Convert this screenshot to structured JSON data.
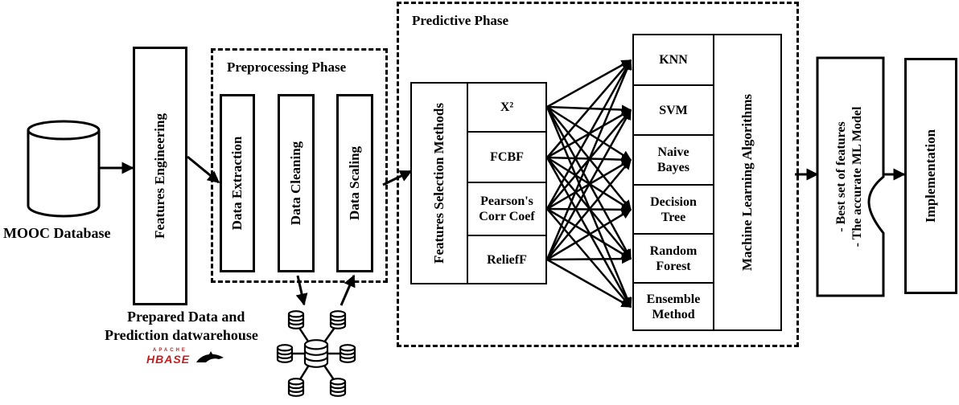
{
  "database": {
    "label": "MOOC Database"
  },
  "features_engineering": {
    "label": "Features Engineering"
  },
  "preprocessing": {
    "title": "Preprocessing Phase",
    "steps": [
      "Data Extraction",
      "Data Cleaning",
      "Data Scaling"
    ]
  },
  "warehouse": {
    "label_line1": "Prepared Data and",
    "label_line2": "Prediction datwarehouse",
    "logo_small": "APACHE",
    "logo_main": "HBASE"
  },
  "predictive": {
    "title": "Predictive Phase",
    "selection_title": "Features Selection Methods",
    "methods": [
      "X²",
      "FCBF",
      "Pearson's Corr Coef",
      "ReliefF"
    ],
    "ml_title": "Machine Learning Algorithms",
    "algorithms": [
      "KNN",
      "SVM",
      "Naive Bayes",
      "Decision Tree",
      "Random Forest",
      "Ensemble Method"
    ]
  },
  "result": {
    "line1": "- Best set of features",
    "line2": "- The accurate ML Model"
  },
  "implementation": {
    "label": "Implementation"
  }
}
